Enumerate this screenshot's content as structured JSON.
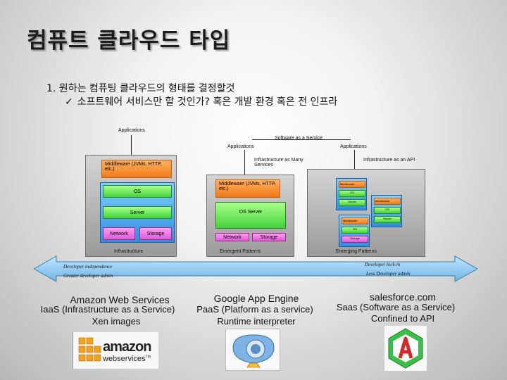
{
  "slide": {
    "title": "컴퓨트 클라우드 타입",
    "point1": "1.  원하는 컴퓨팅 클라우드의 형태를 결정할것",
    "point2": "소프트웨어 서비스만 할 것인가? 혹은 개발 환경 혹은 전 인프라"
  },
  "diagram": {
    "applications_left": "Applications",
    "software_as_service": "Software as a Service",
    "applications_mid": "Applications",
    "applications_right": "Applications",
    "infra_many": "Infrastructure as Many Services",
    "infra_api": "Infrastructure as an API",
    "middleware_left": "Middleware (JVMs, HTTP, etc.)",
    "os": "OS",
    "server": "Server",
    "network": "Network",
    "storage": "Storage",
    "infrastructure": "Infrastructure",
    "middleware_mid": "Middleware (JVMs, HTTP, etc.)",
    "os_server": "OS Server",
    "network_mid": "Network",
    "storage_mid": "Storage",
    "emergent_mid": "Emergent Patterns",
    "emerging_right": "Emerging Patterns",
    "mini_labels": [
      "Middleware",
      "OS",
      "Server",
      "Storage"
    ]
  },
  "spectrum": {
    "left_line1": "Developer independence",
    "left_line2": "Greater developer admin",
    "right_line1": "Developer lock-in",
    "right_line2": "Less Developer admin"
  },
  "providers": [
    {
      "name": "Amazon Web Services",
      "type": "IaaS (Infrastructure as a Service)",
      "detail": "Xen images"
    },
    {
      "name": "Google App Engine",
      "type": "PaaS (Platform as a service)",
      "detail": "Runtime interpreter"
    },
    {
      "name": "salesforce.com",
      "type": "Saas (Software as a Service)",
      "detail": "Confined to API"
    }
  ],
  "logos": {
    "amazon_word": "amazon",
    "amazon_sub": "webservices",
    "amazon_tm": "TM"
  },
  "colors": {
    "orange": "#f07a18",
    "green": "#44d33a",
    "pink": "#e05ad4",
    "arrow_blue": "#7ec3ef"
  }
}
